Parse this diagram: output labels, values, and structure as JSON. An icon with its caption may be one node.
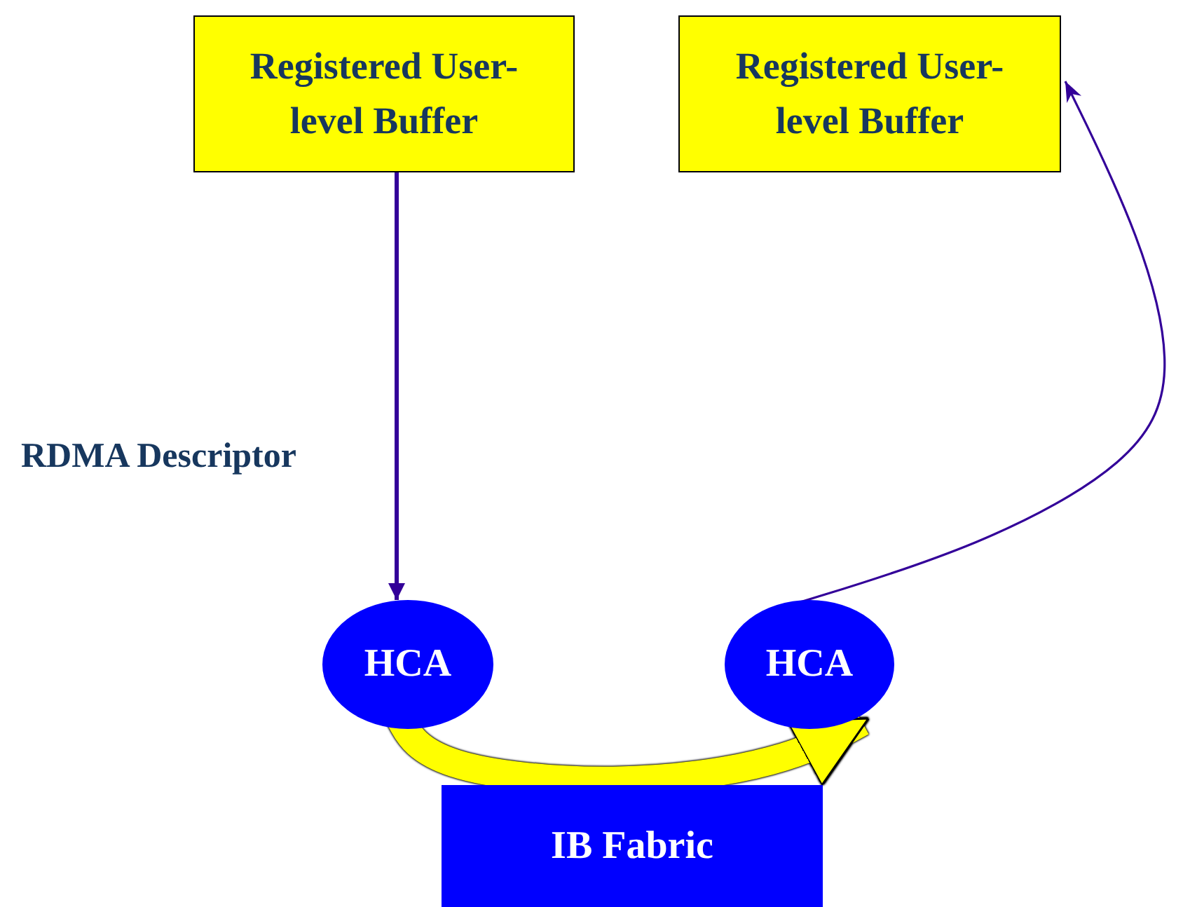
{
  "diagram": {
    "nodes": [
      {
        "text": [
          "Registered User-level Buffer"
        ]
      },
      {
        "text": [
          "Registered User-level Buffer"
        ]
      },
      {
        "text": [
          "HCA"
        ]
      },
      {
        "text": [
          "HCA"
        ]
      },
      {
        "text": [
          "IB Fabric"
        ]
      }
    ],
    "edges": [
      {
        "from": 0,
        "to": 2,
        "arrow": "to",
        "label": "RDMA Descriptor"
      },
      {
        "from": 3,
        "to": 1,
        "arrow": "to"
      },
      {
        "from": 2,
        "to": 3,
        "arrow": "to",
        "style": "thick",
        "color": "#ffff00"
      }
    ]
  }
}
